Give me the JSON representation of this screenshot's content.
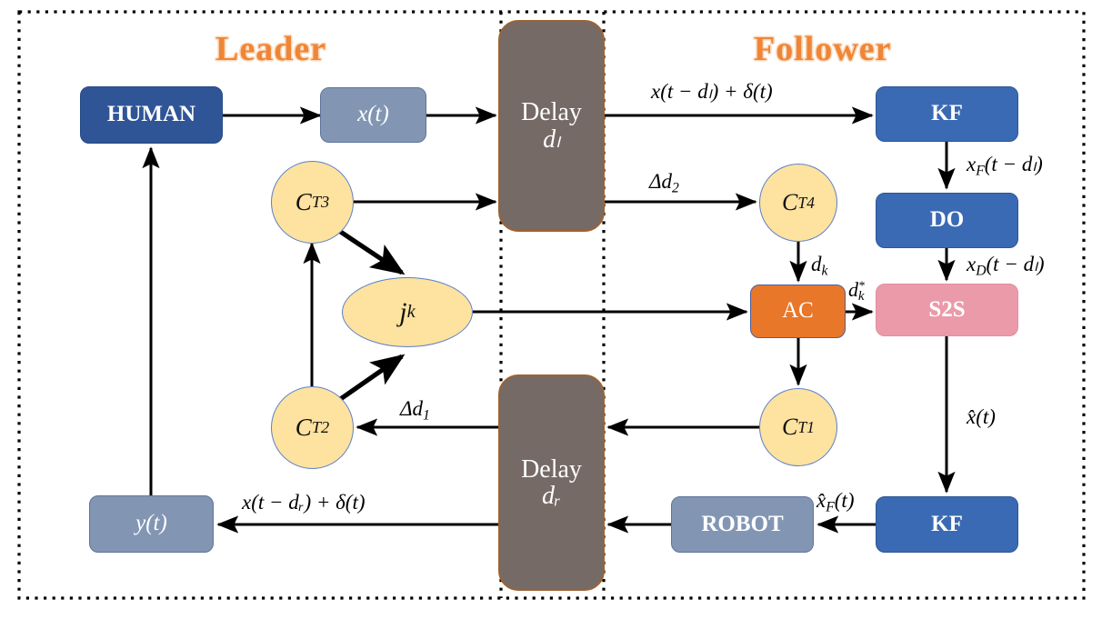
{
  "diagram": {
    "title_leader": "Leader",
    "title_follower": "Follower",
    "nodes": {
      "human": "HUMAN",
      "xt": "x(t)",
      "delay_l_word": "Delay",
      "delay_l_sym": "dₗ",
      "delay_r_word": "Delay",
      "delay_r_sym": "dᵣ",
      "kf_top": "KF",
      "do": "DO",
      "s2s": "S2S",
      "ac": "AC",
      "kf_bottom": "KF",
      "robot": "ROBOT",
      "yt": "y(t)",
      "ct1": "C",
      "ct1_sub": "T1",
      "ct2": "C",
      "ct2_sub": "T2",
      "ct3": "C",
      "ct3_sub": "T3",
      "ct4": "C",
      "ct4_sub": "T4",
      "jk": "j",
      "jk_sub": "k"
    },
    "edge_labels": {
      "x_delayed_l": "x(t − dₗ) + δ(t)",
      "delta_d2": "Δd",
      "delta_d2_sub": "2",
      "delta_d1": "Δd",
      "delta_d1_sub": "1",
      "xf_delayed": "x",
      "xf_delayed_sub": "F",
      "xf_delayed_rest": "(t − dₗ)",
      "xd_delayed": "x",
      "xd_delayed_sub": "D",
      "xd_delayed_rest": "(t − dₗ)",
      "dk": "d",
      "dk_sub": "k",
      "dk_star": "d",
      "dk_star_sub": "k",
      "dk_star_sup": "*",
      "x_hat": "x̂(t)",
      "xf_hat": "x̂",
      "xf_hat_sub": "F",
      "xf_hat_rest": "(t)",
      "x_delayed_r": "x(t − dᵣ) + δ(t)"
    },
    "colors": {
      "accent_title": "#ef8536",
      "navy_box": "#2f5597",
      "blue_box": "#3b6ab4",
      "steel_box": "#8296b4",
      "delay_box": "#766a66",
      "delay_border": "#9e6230",
      "orange_box": "#e8772a",
      "pink_box": "#eb9aa9",
      "circle_fill": "#fde2a0",
      "circle_border": "#5b7fc7",
      "arrow": "#000000"
    }
  }
}
